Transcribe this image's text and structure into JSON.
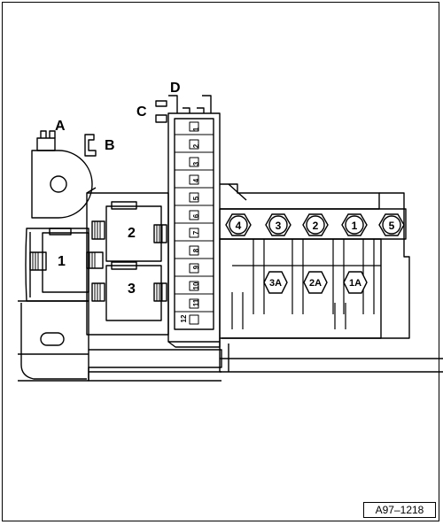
{
  "labels": {
    "A": "A",
    "B": "B",
    "C": "C",
    "D": "D"
  },
  "relays": [
    "1",
    "2",
    "3"
  ],
  "fuse_slots": [
    "1",
    "2",
    "3",
    "4",
    "5",
    "6",
    "7",
    "8",
    "9",
    "10",
    "11",
    "12"
  ],
  "bolt_terminals": [
    "4",
    "3",
    "2",
    "1",
    "5"
  ],
  "sub_terminals": [
    "3A",
    "2A",
    "1A"
  ],
  "reference": "A97–1218"
}
